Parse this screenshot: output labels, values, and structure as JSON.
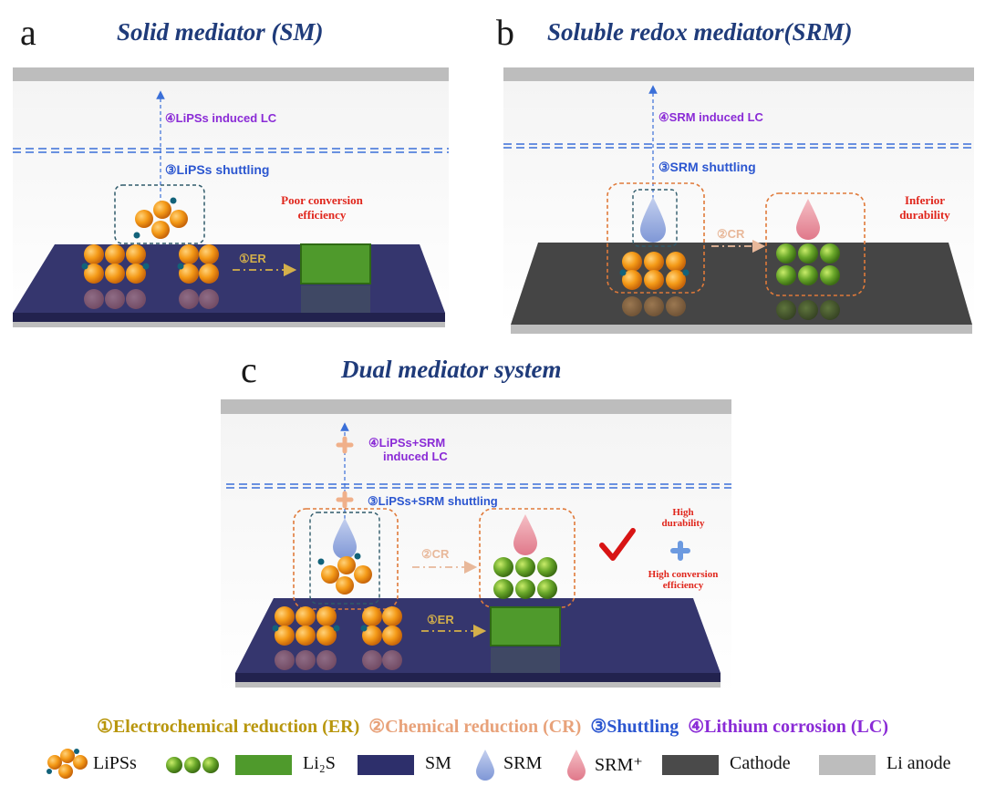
{
  "panels": {
    "a": {
      "letter": "a",
      "title": "Solid mediator (SM)",
      "lc_label": "④LiPSs induced LC",
      "shuttle_label": "③LiPSs shuttling",
      "er_label": "①ER",
      "note": [
        "Poor conversion",
        "efficiency"
      ]
    },
    "b": {
      "letter": "b",
      "title": "Soluble redox mediator(SRM)",
      "lc_label": "④SRM induced LC",
      "shuttle_label": "③SRM shuttling",
      "cr_label": "②CR",
      "note": [
        "Inferior",
        "durability"
      ]
    },
    "c": {
      "letter": "c",
      "title": "Dual mediator system",
      "lc_label": [
        "④LiPSs+SRM",
        "induced LC"
      ],
      "shuttle_label": "③LiPSs+SRM shuttling",
      "cr_label": "②CR",
      "er_label": "①ER",
      "note_top": [
        "High",
        "durability"
      ],
      "note_bottom": [
        "High conversion",
        "efficiency"
      ]
    }
  },
  "legend": {
    "steps": [
      {
        "text": "①Electrochemical reduction (ER)",
        "color": "#b8960c"
      },
      {
        "text": "②Chemical reduction (CR)",
        "color": "#e8a27a"
      },
      {
        "text": "③Shuttling",
        "color": "#2b56d0"
      },
      {
        "text": "④Lithium corrosion (LC)",
        "color": "#8a2bd6"
      }
    ],
    "items": [
      {
        "label": "LiPSs"
      },
      {
        "label": "Li₂S"
      },
      {
        "label": "SM"
      },
      {
        "label": "SRM"
      },
      {
        "label": "SRM⁺"
      },
      {
        "label": "Cathode"
      },
      {
        "label": "Li anode"
      }
    ]
  },
  "colors": {
    "lipss": "#f49a17",
    "li2s": "#4f9a2c",
    "sm": "#2d2f6b",
    "srm": "#8fa6dc",
    "srm_plus": "#e98c98",
    "cathode": "#4a4a4a",
    "li_anode": "#bdbdbd",
    "lc_text": "#8a2bd6",
    "shuttle_text": "#2b56d0",
    "note_text": "#e0261c",
    "title_text": "#1f3b7a"
  }
}
